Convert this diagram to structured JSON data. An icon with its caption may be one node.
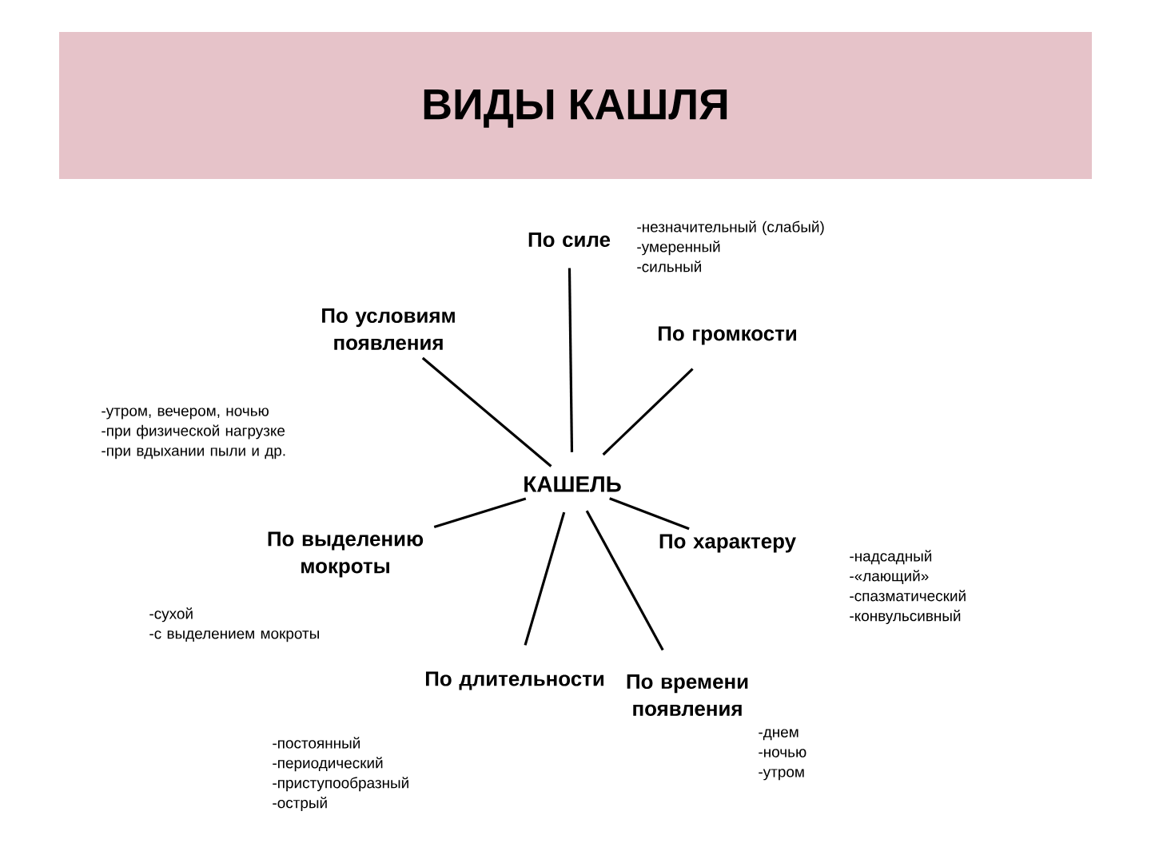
{
  "diagram": {
    "title": "ВИДЫ КАШЛЯ",
    "nodes": [
      {
        "text": [
          "КАШЕЛЬ"
        ]
      },
      {
        "text": [
          "По силе"
        ],
        "beside": [
          "-незначительный (слабый)",
          "-умеренный",
          "-сильный"
        ]
      },
      {
        "text": [
          "По условиям появления"
        ],
        "beside": [
          "-утром, вечером, ночью",
          "-при физической нагрузке",
          "-при вдыхании пыли и др."
        ]
      },
      {
        "text": [
          "По громкости"
        ]
      },
      {
        "text": [
          "По выделению мокроты"
        ],
        "beside": [
          "-сухой",
          "-с выделением мокроты"
        ]
      },
      {
        "text": [
          "По характеру"
        ],
        "beside": [
          "-надсадный",
          "-«лающий»",
          "-спазматический",
          "-конвульсивный"
        ]
      },
      {
        "text": [
          "По длительности"
        ],
        "beside": [
          "-постоянный",
          "-периодический",
          "-приступообразный",
          "-острый"
        ]
      },
      {
        "text": [
          "По времени появления"
        ],
        "beside": [
          "-днем",
          "-ночью",
          "-утром"
        ]
      }
    ],
    "edges": [
      {
        "from": 0,
        "to": 1,
        "arrow": "none"
      },
      {
        "from": 0,
        "to": 2,
        "arrow": "none"
      },
      {
        "from": 0,
        "to": 3,
        "arrow": "none"
      },
      {
        "from": 0,
        "to": 4,
        "arrow": "none"
      },
      {
        "from": 0,
        "to": 5,
        "arrow": "none"
      },
      {
        "from": 0,
        "to": 6,
        "arrow": "none"
      },
      {
        "from": 0,
        "to": 7,
        "arrow": "none"
      }
    ]
  }
}
